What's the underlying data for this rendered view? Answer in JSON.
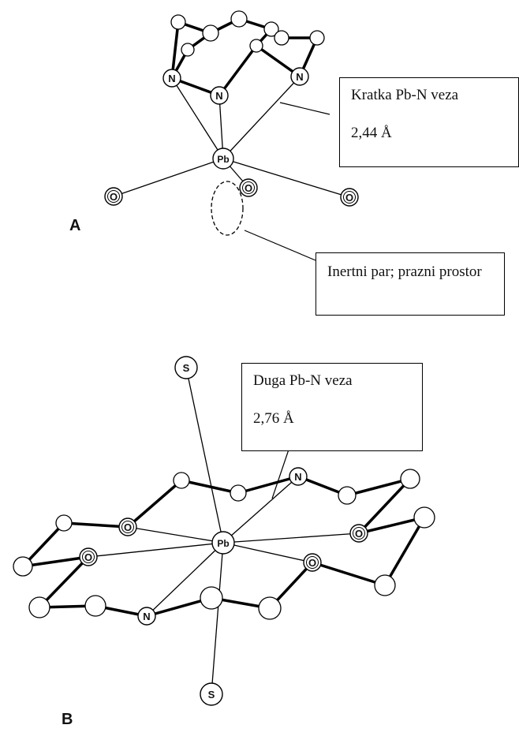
{
  "panels": {
    "a": {
      "label": "A"
    },
    "b": {
      "label": "B"
    }
  },
  "atoms": {
    "nitrogen": "N",
    "oxygen": "O",
    "lead": "Pb",
    "sulfur": "S"
  },
  "callouts": {
    "short_bond": {
      "title": "Kratka Pb-N veza",
      "value": "2,44 Å"
    },
    "inert_pair": {
      "text": "Inertni par; prazni prostor"
    },
    "long_bond": {
      "title": "Duga Pb-N veza",
      "value": "2,76 Å"
    }
  },
  "colors": {
    "ink": "#000000",
    "background": "#ffffff"
  }
}
